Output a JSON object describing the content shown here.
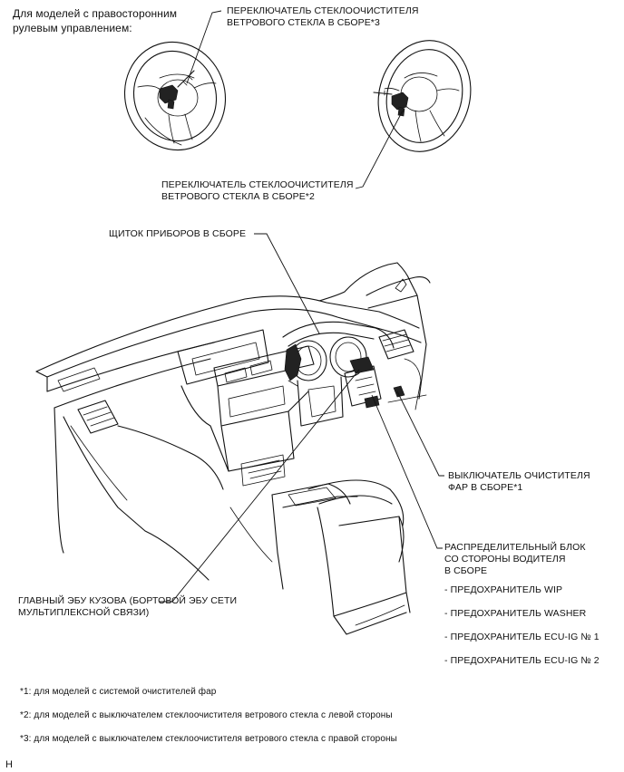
{
  "rhd_note": [
    "Для моделей с правосторонним",
    "рулевым управлением:"
  ],
  "labels": {
    "wiper_switch_3": [
      "ПЕРЕКЛЮЧАТЕЛЬ СТЕКЛООЧИСТИТЕЛЯ",
      "ВЕТРОВОГО СТЕКЛА В СБОРЕ*3"
    ],
    "wiper_switch_2": [
      "ПЕРЕКЛЮЧАТЕЛЬ СТЕКЛООЧИСТИТЕЛЯ",
      "ВЕТРОВОГО СТЕКЛА В СБОРЕ*2"
    ],
    "combination_meter": "ЩИТОК ПРИБОРОВ В СБОРЕ",
    "headlamp_cleaner_switch": [
      "ВЫКЛЮЧАТЕЛЬ ОЧИСТИТЕЛЯ",
      "ФАР В СБОРЕ*1"
    ],
    "junction_block": [
      "РАСПРЕДЕЛИТЕЛЬНЫЙ БЛОК",
      "СО СТОРОНЫ ВОДИТЕЛЯ",
      "В СБОРЕ"
    ],
    "main_body_ecu": [
      "ГЛАВНЫЙ ЭБУ КУЗОВА (БОРТОВОЙ ЭБУ СЕТИ",
      "МУЛЬТИПЛЕКСНОЙ СВЯЗИ)"
    ]
  },
  "fuses": [
    "- ПРЕДОХРАНИТЕЛЬ WIP",
    "- ПРЕДОХРАНИТЕЛЬ WASHER",
    "- ПРЕДОХРАНИТЕЛЬ ECU-IG № 1",
    "- ПРЕДОХРАНИТЕЛЬ ECU-IG № 2"
  ],
  "footnotes": [
    "*1: для моделей с системой очистителей фар",
    "*2: для моделей с выключателем стеклоочистителя ветрового стекла с левой стороны",
    "*3: для моделей с выключателем стеклоочистителя ветрового стекла с правой стороны"
  ],
  "corner_mark": "H"
}
